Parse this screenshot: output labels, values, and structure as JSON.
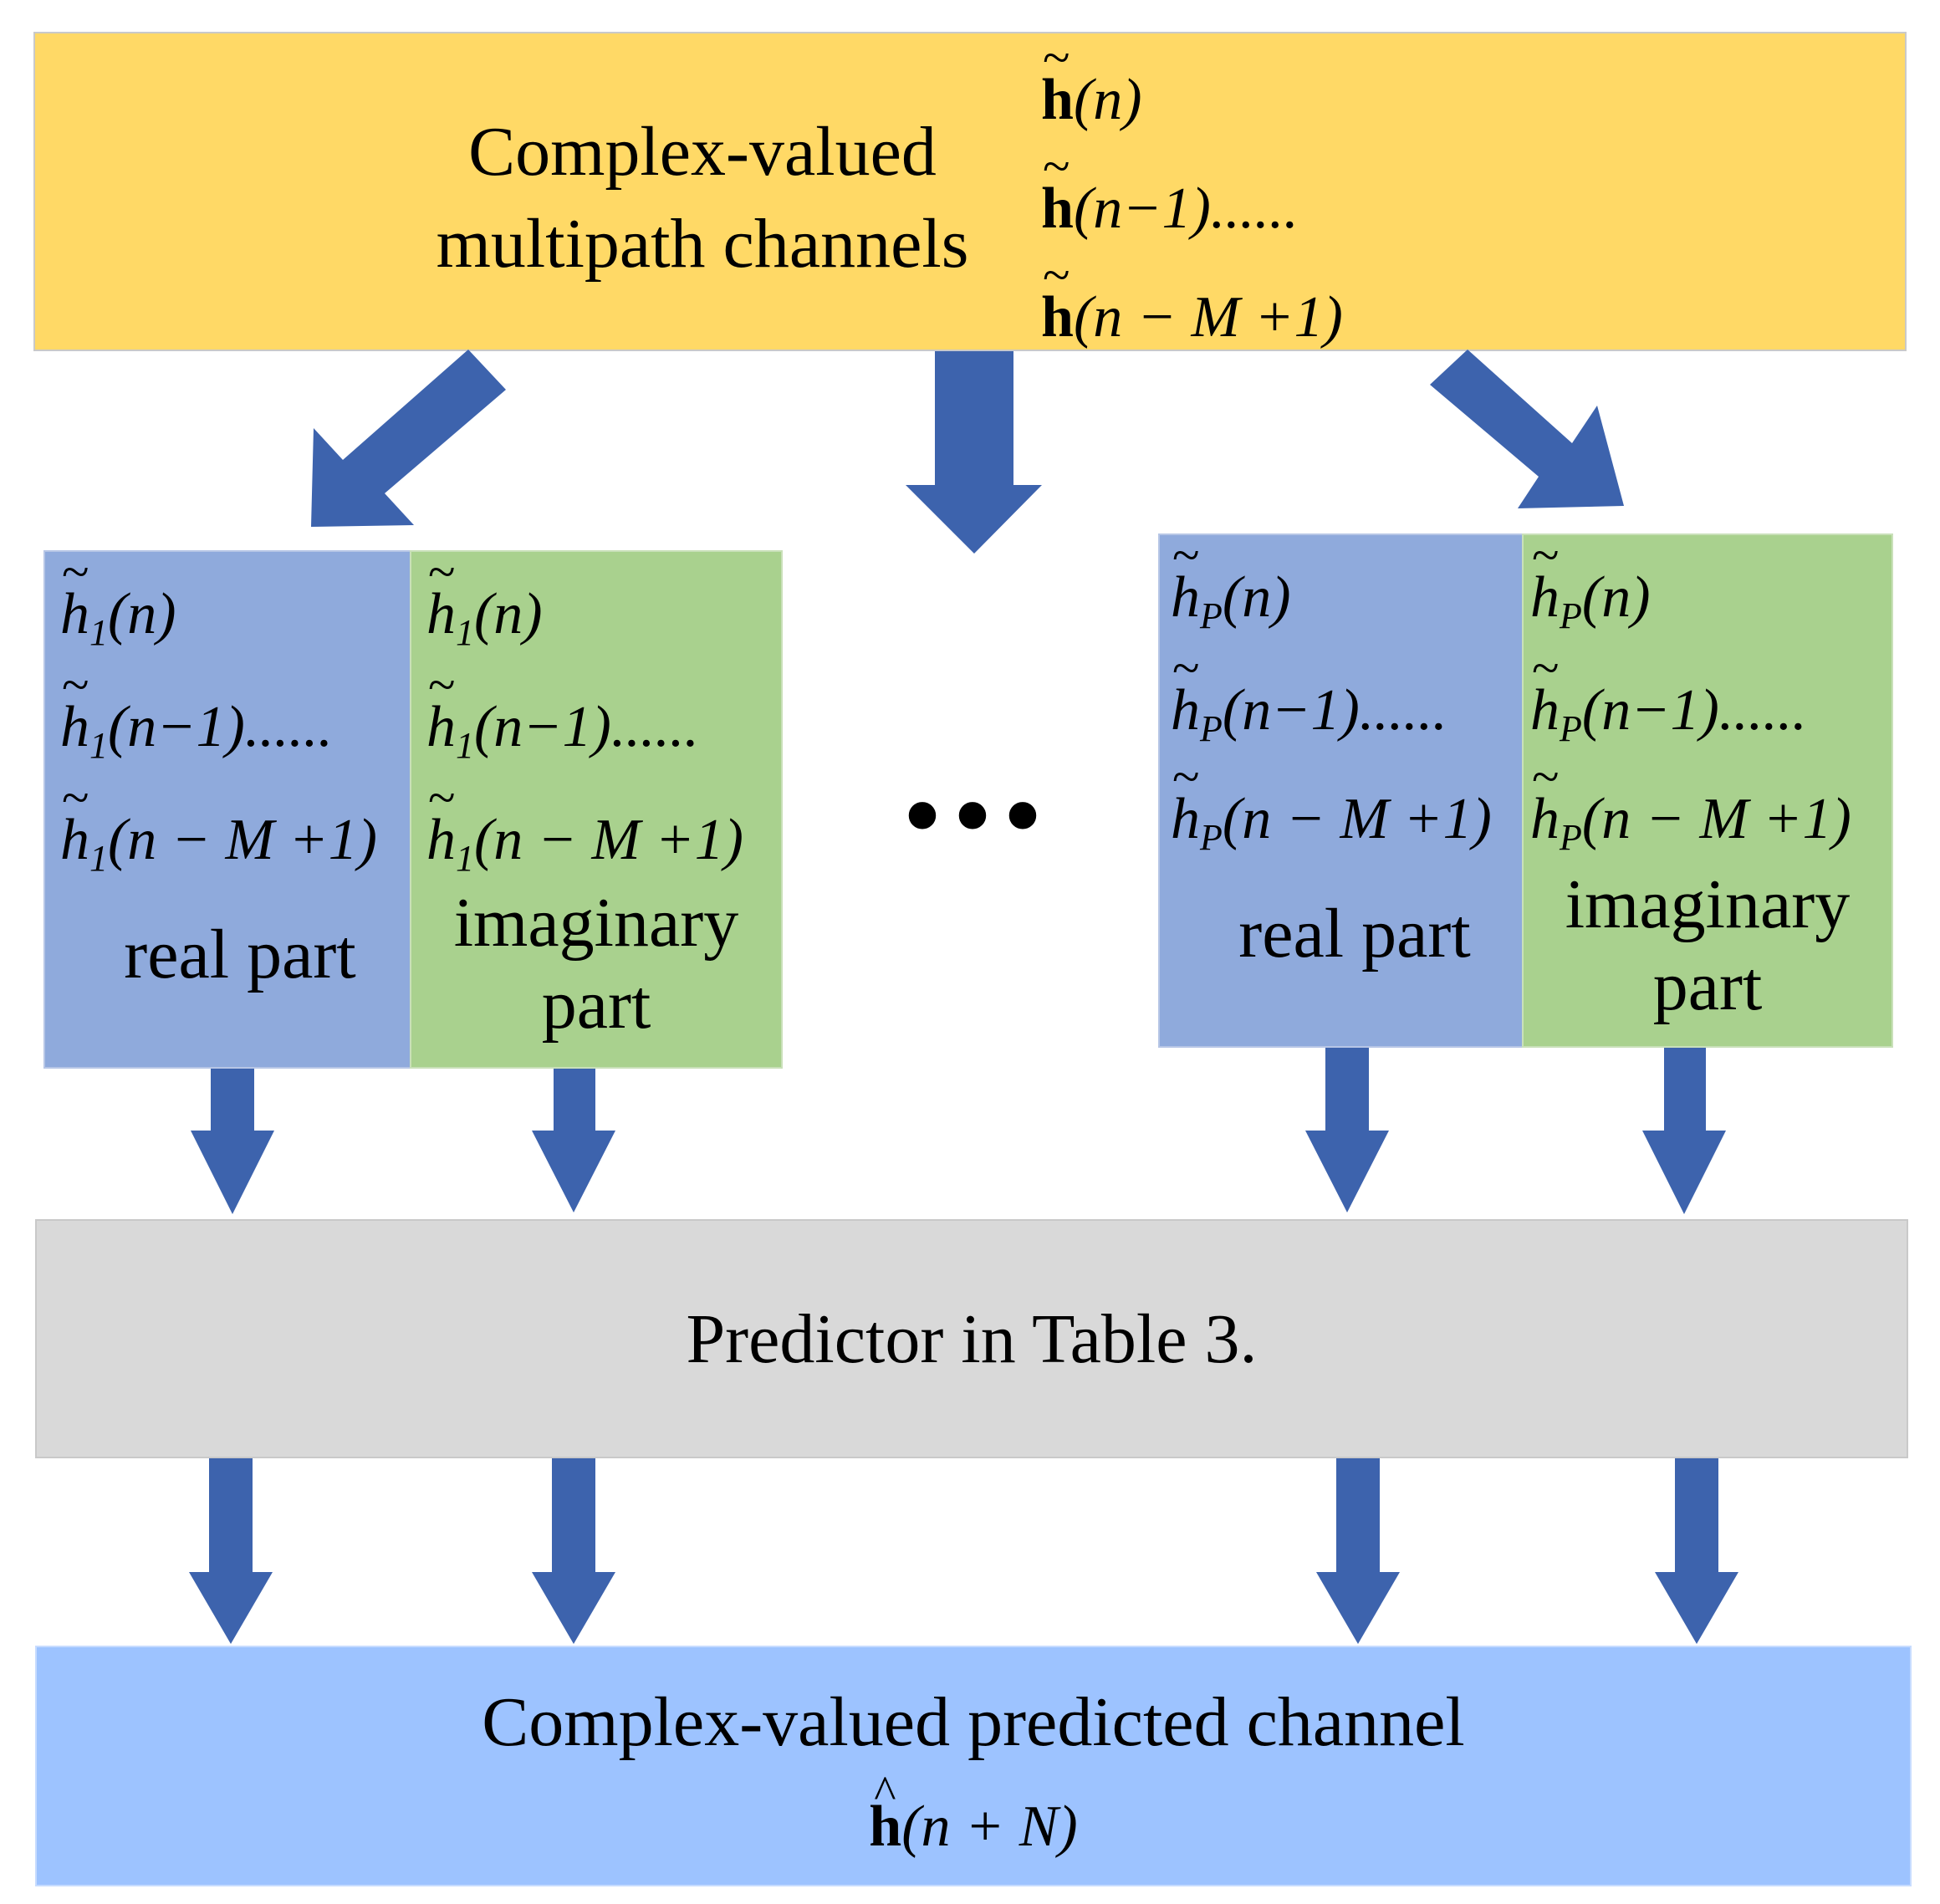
{
  "colors": {
    "top_box": "#ffd966",
    "real_part": "#8faadc",
    "imaginary_part": "#a9d18e",
    "predictor": "#d9d9d9",
    "output_box": "#9dc3ff",
    "arrow": "#3d63ad"
  },
  "top": {
    "title_line1": "Complex-valued",
    "title_line2": "multipath channels",
    "eq1": "(n)",
    "eq2": "(n−1)......",
    "eq3": "(n − M +1)",
    "vec_symbol": "h"
  },
  "left_group": {
    "symbol": "h",
    "subscript": "1",
    "eq1": "(n)",
    "eq2": "(n−1)......",
    "eq3": "(n − M +1)",
    "real_label": "real part",
    "imag_label_line1": "imaginary",
    "imag_label_line2": "part"
  },
  "right_group": {
    "symbol": "h",
    "subscript": "P",
    "eq1": "(n)",
    "eq2": "(n−1)......",
    "eq3": "(n − M +1)",
    "real_label": "real part",
    "imag_label_line1": "imaginary",
    "imag_label_line2": "part"
  },
  "ellipsis": "•••",
  "predictor": {
    "label": "Predictor in Table 3."
  },
  "output": {
    "title": "Complex-valued predicted channel",
    "symbol": "h",
    "eq": "(n + N)"
  }
}
